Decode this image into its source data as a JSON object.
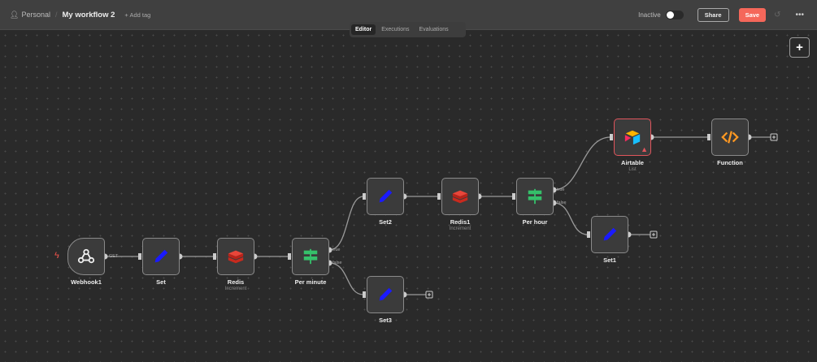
{
  "header": {
    "project": "Personal",
    "workflow_title": "My workflow 2",
    "add_tag": "+ Add tag",
    "status": "Inactive",
    "share": "Share",
    "save": "Save",
    "more": "•••"
  },
  "tabs": [
    {
      "label": "Editor",
      "active": true
    },
    {
      "label": "Executions"
    },
    {
      "label": "Evaluations"
    }
  ],
  "canvas": {
    "add_node": "+"
  },
  "colors": {
    "save": "#f5675a",
    "error": "#e0555c",
    "if_green": "#35c06a",
    "set_blue": "#1a1aff",
    "redis_red": "#d82c20",
    "function_orange": "#ff9922"
  },
  "nodes": [
    {
      "name": "Webhook1",
      "icon": "webhook-icon"
    },
    {
      "name": "Set",
      "icon": "pencil-icon"
    },
    {
      "name": "Redis",
      "subtitle": "Increment",
      "icon": "redis-icon"
    },
    {
      "name": "Per minute",
      "icon": "signpost-icon"
    },
    {
      "name": "Set2",
      "icon": "pencil-icon"
    },
    {
      "name": "Redis1",
      "subtitle": "Increment",
      "icon": "redis-icon"
    },
    {
      "name": "Per hour",
      "icon": "signpost-icon"
    },
    {
      "name": "Airtable",
      "subtitle": "List",
      "icon": "airtable-icon",
      "warning": true
    },
    {
      "name": "Function",
      "icon": "code-icon"
    },
    {
      "name": "Set1",
      "icon": "pencil-icon"
    },
    {
      "name": "Set3",
      "icon": "pencil-icon"
    }
  ],
  "edge_labels": {
    "get": "GET",
    "true": "true",
    "false": "false"
  }
}
